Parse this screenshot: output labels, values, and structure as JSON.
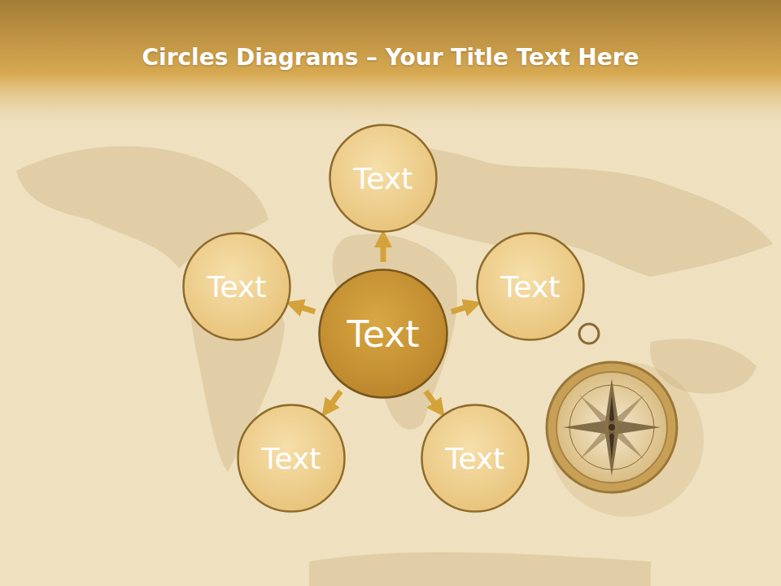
{
  "diagram": {
    "title": "Circles Diagrams – Your Title Text Here",
    "nodes": [
      {
        "text": [
          "Text"
        ]
      },
      {
        "text": [
          "Text"
        ]
      },
      {
        "text": [
          "Text"
        ]
      },
      {
        "text": [
          "Text"
        ]
      },
      {
        "text": [
          "Text"
        ]
      },
      {
        "text": [
          "Text"
        ]
      }
    ],
    "edges": [
      {
        "from": 3,
        "to": 0,
        "arrow": "to"
      },
      {
        "from": 3,
        "to": 1,
        "arrow": "to"
      },
      {
        "from": 3,
        "to": 2,
        "arrow": "to"
      },
      {
        "from": 3,
        "to": 4,
        "arrow": "to"
      },
      {
        "from": 3,
        "to": 5,
        "arrow": "to"
      }
    ]
  }
}
